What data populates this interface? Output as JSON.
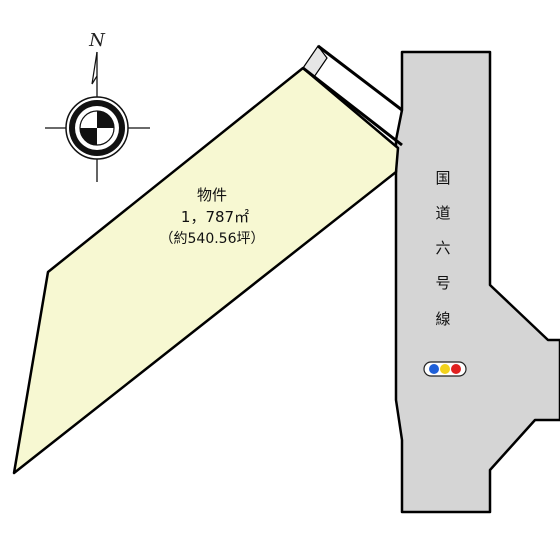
{
  "compass": {
    "north_letter": "N"
  },
  "property": {
    "label": "物件",
    "area": "1，787㎡",
    "tsubo": "（約540.56坪）"
  },
  "road": {
    "name_chars": [
      "国",
      "道",
      "六",
      "号",
      "線"
    ]
  },
  "signal": {
    "colors": [
      "#1e5fd8",
      "#f2d21b",
      "#e02020"
    ]
  },
  "colors": {
    "property_fill": "#f7f8d2",
    "road_fill": "#d5d5d5",
    "outline": "#000000"
  }
}
